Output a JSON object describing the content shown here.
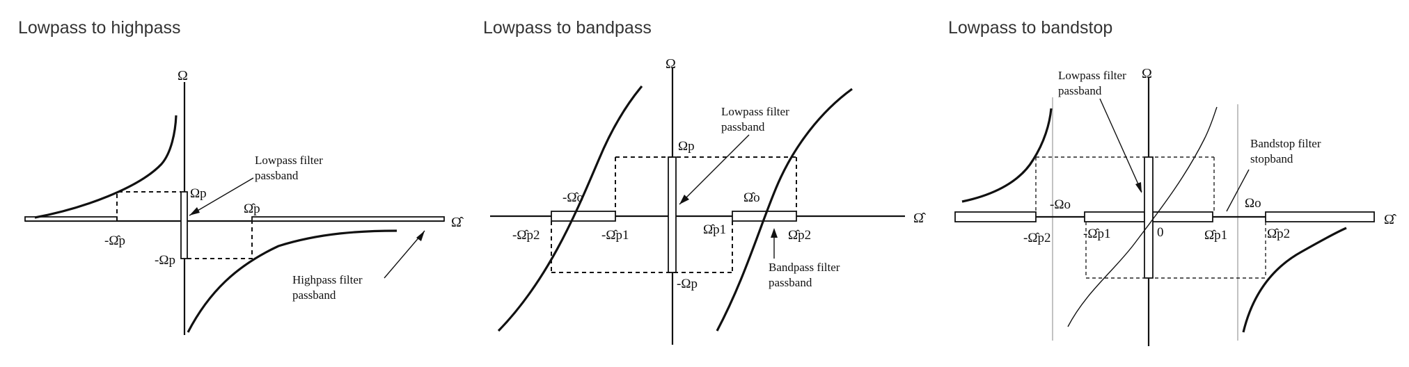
{
  "titles": {
    "highpass": "Lowpass to highpass",
    "bandpass": "Lowpass to bandpass",
    "bandstop": "Lowpass to bandstop"
  },
  "highpass": {
    "omega_axis": "Ω",
    "omega_hat_axis": "Ω̂",
    "omega_p": "Ωp",
    "neg_omega_p": "-Ωp",
    "omega_hat_p": "Ω̂p",
    "neg_omega_hat_p": "-Ω̂p",
    "lowpass_note": [
      "Lowpass filter",
      "passband"
    ],
    "highpass_note": [
      "Highpass filter",
      "passband"
    ]
  },
  "bandpass": {
    "omega_axis": "Ω",
    "omega_hat_axis": "Ω̂",
    "omega_p": "Ωp",
    "neg_omega_p": "-Ωp",
    "omega_hat_o": "Ω̂o",
    "neg_omega_hat_o": "-Ω̂o",
    "omega_hat_p1": "Ω̂p1",
    "neg_omega_hat_p1": "-Ω̂p1",
    "omega_hat_p2": "Ω̂p2",
    "neg_omega_hat_p2": "-Ω̂p2",
    "lowpass_note": [
      "Lowpass filter",
      "passband"
    ],
    "bandpass_note": [
      "Bandpass filter",
      "passband"
    ]
  },
  "bandstop": {
    "omega_axis": "Ω",
    "omega_hat_axis": "Ω̂",
    "omega_o": "Ωo",
    "neg_omega_o": "-Ωo",
    "zero": "0",
    "omega_hat_p1": "Ω̂p1",
    "neg_omega_hat_p1": "-Ω̂p1",
    "omega_hat_p2": "Ω̂p2",
    "neg_omega_hat_p2": "-Ω̂p2",
    "lowpass_note": [
      "Lowpass filter",
      "passband"
    ],
    "bandstop_note": [
      "Bandstop filter",
      "stopband"
    ]
  }
}
